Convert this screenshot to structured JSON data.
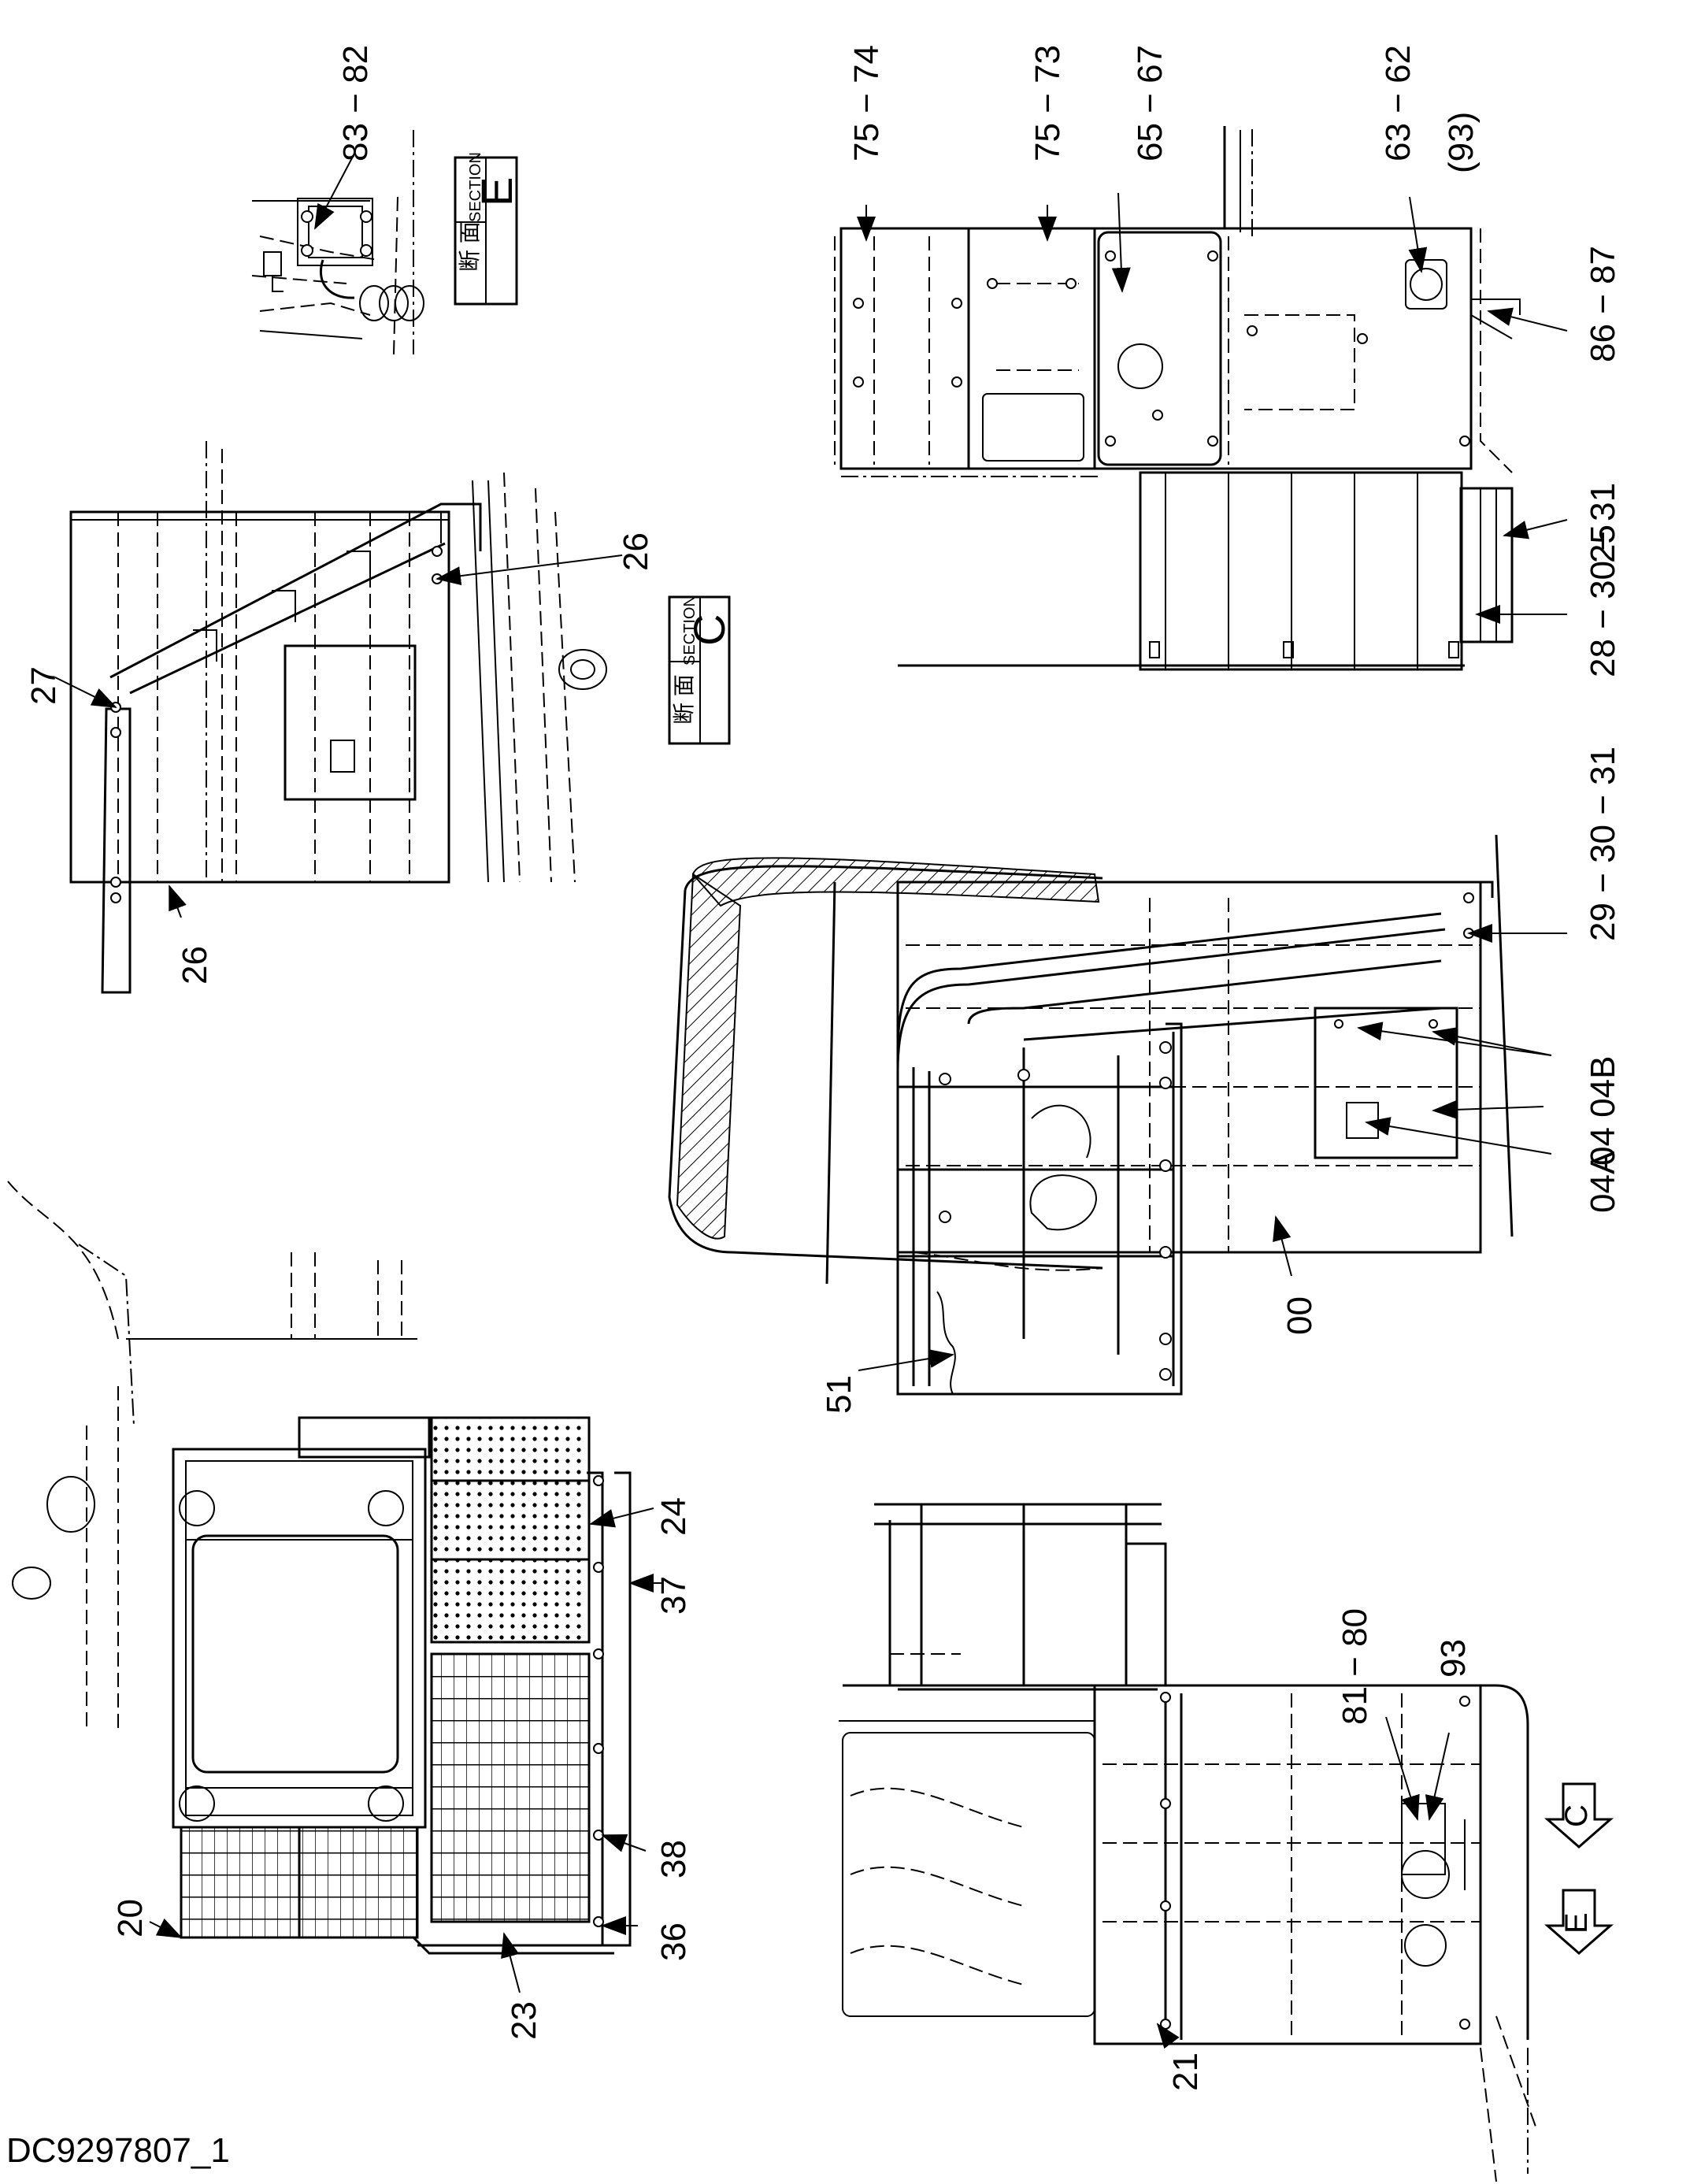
{
  "drawing_id": "DC9297807_1",
  "section_views": [
    {
      "kanji": "断 面",
      "word": "SECTION",
      "letter": "E"
    },
    {
      "kanji": "断 面",
      "word": "SECTION",
      "letter": "C"
    }
  ],
  "view_arrows": [
    "C",
    "E"
  ],
  "callouts": {
    "c83_82": "83 − 82",
    "c75_74": "75 − 74",
    "c75_73": "75 − 73",
    "c65_67": "65 − 67",
    "c63_62": "63 − 62",
    "c93p": "(93)",
    "c86_87": "86 − 87",
    "c25": "25",
    "c28_30_31": "28 − 30 − 31",
    "c27": "27",
    "c26a": "26",
    "c26b": "26",
    "c29_30_31": "29 − 30 − 31",
    "c04b": "04 04B",
    "c04a": "04A",
    "c00": "00",
    "c51": "51",
    "c20": "20",
    "c24": "24",
    "c37": "37",
    "c38": "38",
    "c36": "36",
    "c23": "23",
    "c81_80": "81 − 80",
    "c93": "93",
    "c21": "21"
  },
  "icons": {
    "view_arrow": "outlined-arrow-icon",
    "leader": "leader-arrow-icon"
  }
}
